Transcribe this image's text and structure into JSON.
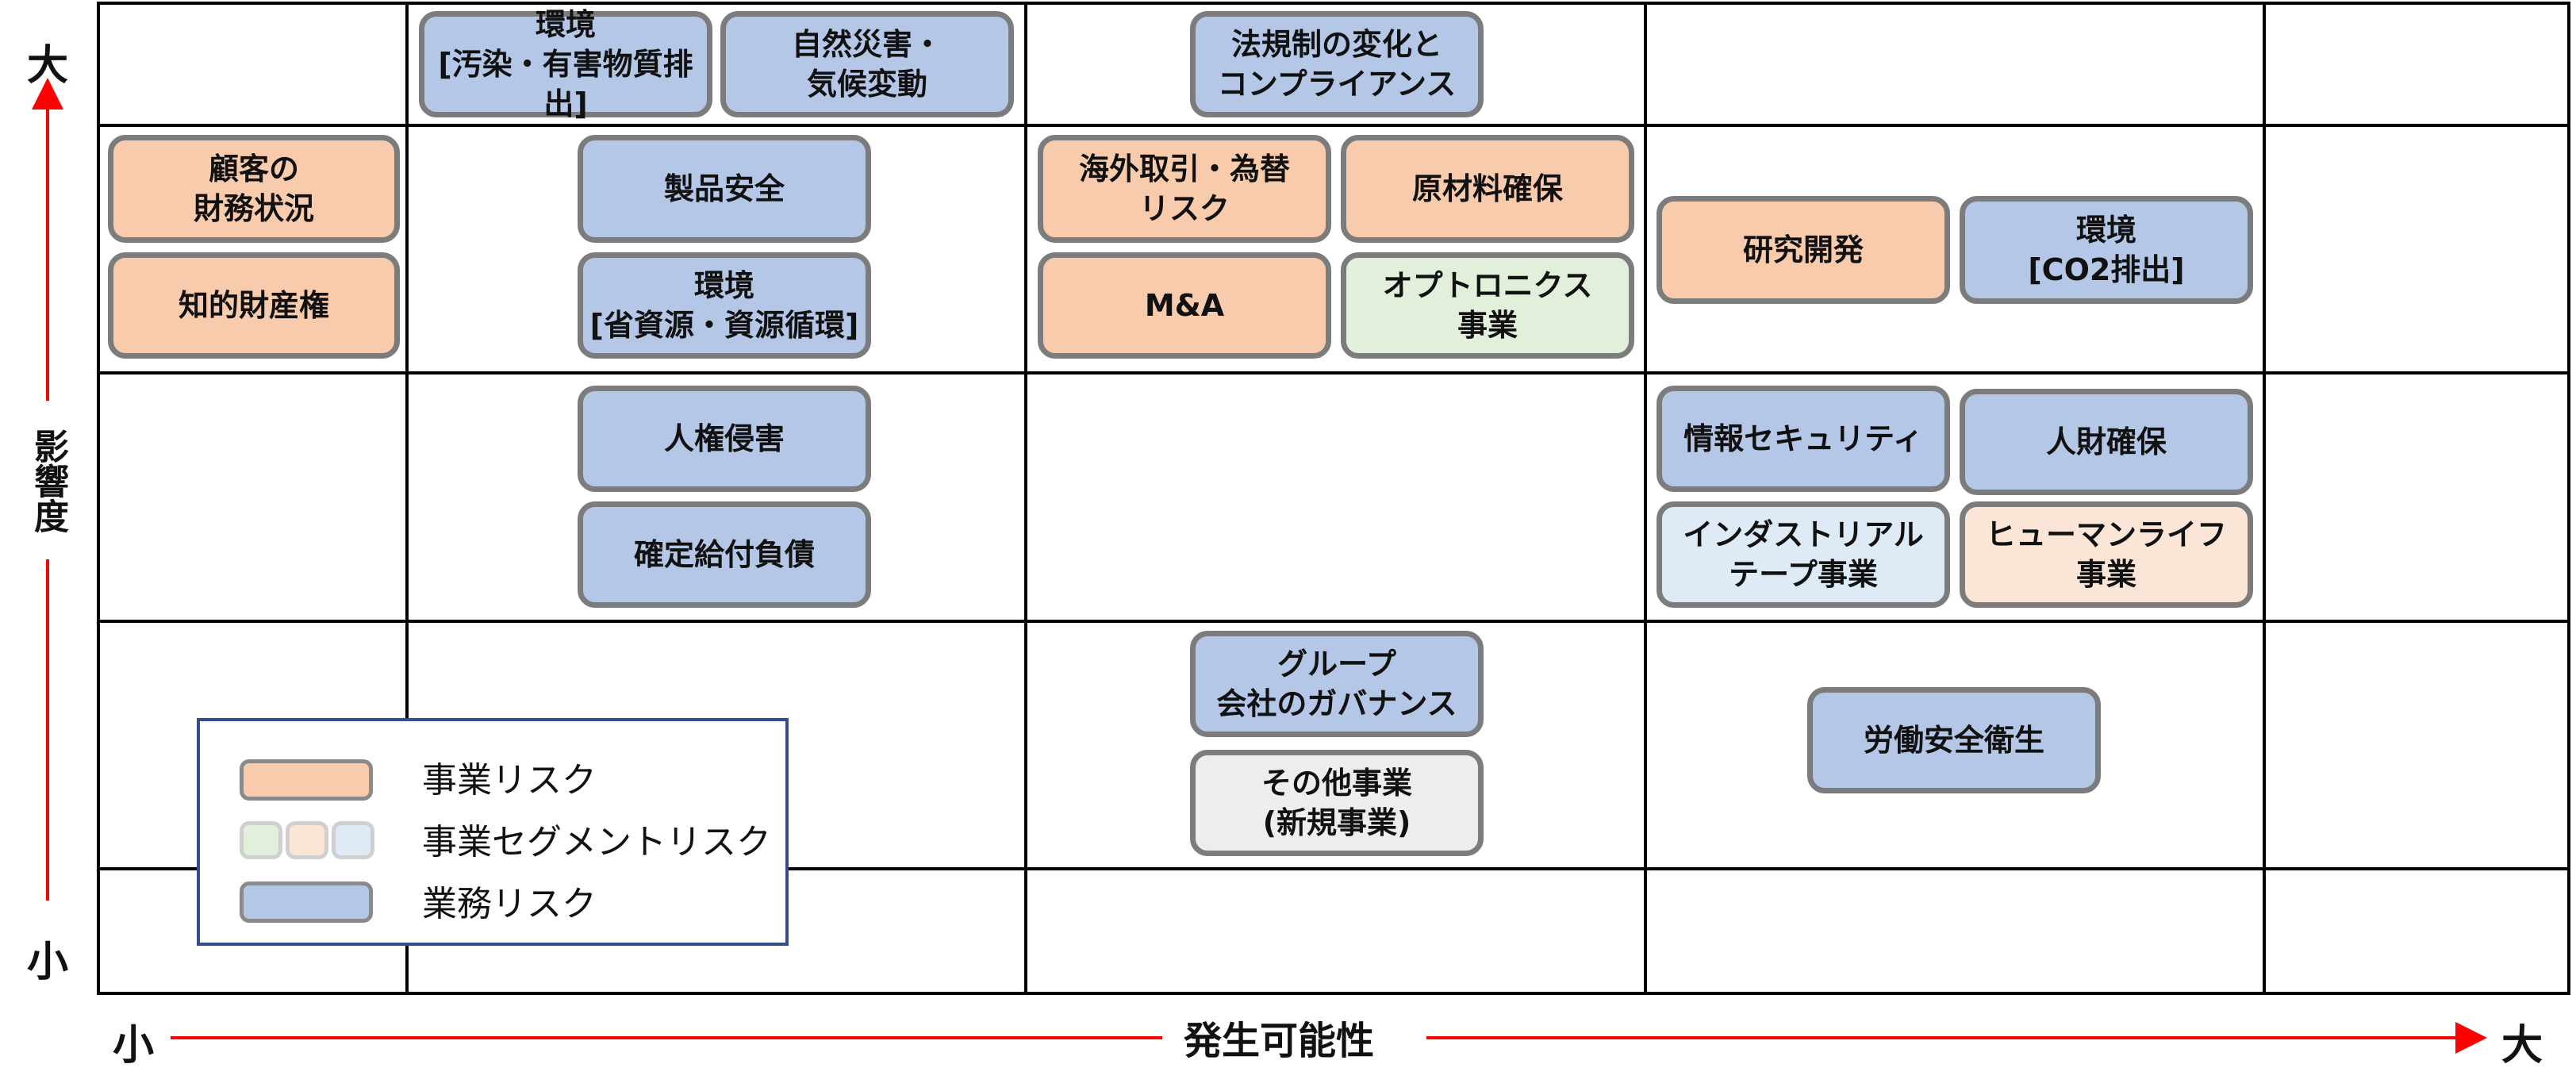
{
  "axes": {
    "x_title": "発生可能性",
    "x_small": "小",
    "x_large": "大",
    "y_title": "影響度",
    "y_small": "小",
    "y_large": "大"
  },
  "boxes": {
    "env_pollution": "環境\n[汚染・有害物質排出]",
    "natural_disaster": "自然災害・\n気候変動",
    "legal_compliance": "法規制の変化と\nコンプライアンス",
    "customer_finance": "顧客の\n財務状況",
    "intellectual_property": "知的財産権",
    "product_safety": "製品安全",
    "env_resources": "環境\n[省資源・資源循環]",
    "overseas_fx": "海外取引・為替\nリスク",
    "raw_materials": "原材料確保",
    "ma": "M&A",
    "optronics": "オプトロニクス\n事業",
    "rnd": "研究開発",
    "env_co2": "環境\n[CO2排出]",
    "human_rights": "人権侵害",
    "defined_benefit": "確定給付負債",
    "info_security": "情報セキュリティ",
    "talent": "人財確保",
    "industrial_tape": "インダストリアル\nテープ事業",
    "human_life": "ヒューマンライフ\n事業",
    "group_governance": "グループ\n会社のガバナンス",
    "other_business": "その他事業\n(新規事業)",
    "occupational_safety": "労働安全衛生"
  },
  "legend": {
    "items": [
      {
        "label": "事業リスク",
        "color": "#f8cbad"
      },
      {
        "label": "事業セグメントリスク",
        "colors": [
          "#e2efda",
          "#fbe5d6",
          "#deebf7"
        ]
      },
      {
        "label": "業務リスク",
        "color": "#b4c7e7"
      }
    ]
  },
  "colors": {
    "business_risk": "#f8cbad",
    "operational_risk": "#b4c7e7",
    "segment_green": "#e2efda",
    "segment_peach": "#fbe5d6",
    "segment_blue": "#deebf7",
    "other": "#ededed",
    "axis_arrow": "#ff0000"
  }
}
